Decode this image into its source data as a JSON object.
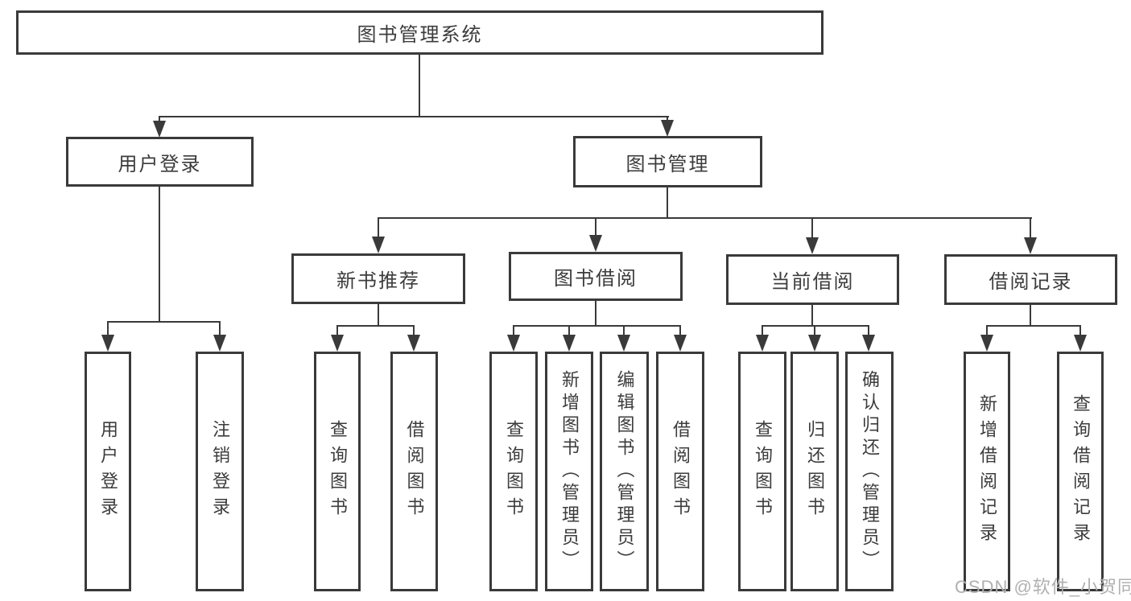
{
  "tree": {
    "root": {
      "label": "图书管理系统"
    },
    "branches": [
      {
        "label": "用户登录",
        "leaves": [
          "用户登录",
          "注销登录"
        ]
      },
      {
        "label": "图书管理",
        "children": [
          {
            "label": "新书推荐",
            "leaves": [
              "查询图书",
              "借阅图书"
            ]
          },
          {
            "label": "图书借阅",
            "leaves": [
              "查询图书",
              "新增图书（管理员）",
              "编辑图书（管理员）",
              "借阅图书"
            ]
          },
          {
            "label": "当前借阅",
            "leaves": [
              "查询图书",
              "归还图书",
              "确认归还（管理员）"
            ]
          },
          {
            "label": "借阅记录",
            "leaves": [
              "新增借阅记录",
              "查询借阅记录"
            ]
          }
        ]
      }
    ]
  },
  "watermark": "CSDN @软件_小贺同学",
  "colors": {
    "line": "#3a3a3a",
    "text": "#3c3c3c",
    "watermark_text": "#b0b0b0",
    "background": "#ffffff"
  }
}
